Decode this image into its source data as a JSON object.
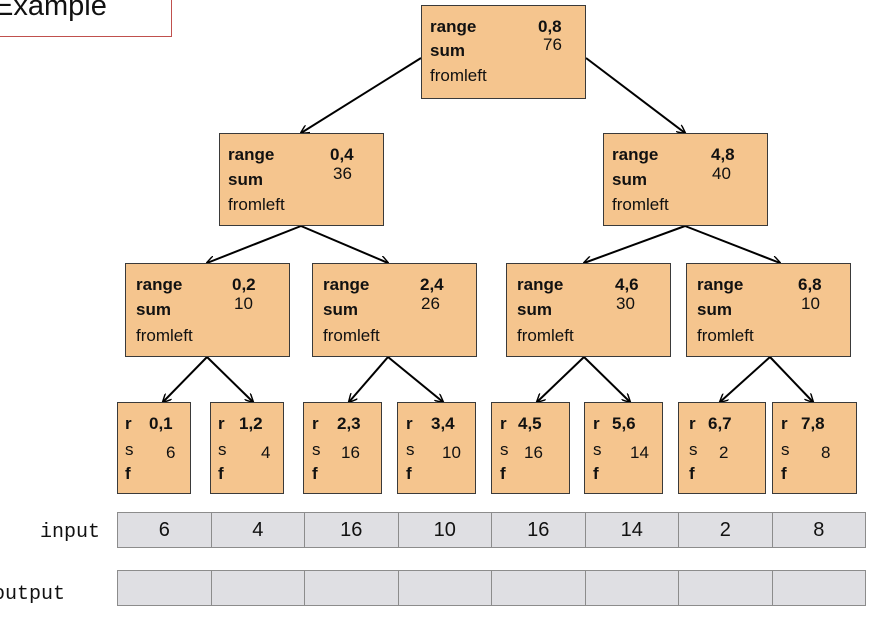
{
  "title": "Example",
  "labels": {
    "range": "range",
    "sum": "sum",
    "fromleft": "fromleft",
    "r": "r",
    "s": "s",
    "f": "f"
  },
  "tree": {
    "root": {
      "range": "0,8",
      "sum": "76"
    },
    "level1": [
      {
        "range": "0,4",
        "sum": "36"
      },
      {
        "range": "4,8",
        "sum": "40"
      }
    ],
    "level2": [
      {
        "range": "0,2",
        "sum": "10"
      },
      {
        "range": "2,4",
        "sum": "26"
      },
      {
        "range": "4,6",
        "sum": "30"
      },
      {
        "range": "6,8",
        "sum": "10"
      }
    ],
    "leaves": [
      {
        "range": "0,1",
        "sum": "6"
      },
      {
        "range": "1,2",
        "sum": "4"
      },
      {
        "range": "2,3",
        "sum": "16"
      },
      {
        "range": "3,4",
        "sum": "10"
      },
      {
        "range": "4,5",
        "sum": "16"
      },
      {
        "range": "5,6",
        "sum": "14"
      },
      {
        "range": "6,7",
        "sum": "2"
      },
      {
        "range": "7,8",
        "sum": "8"
      }
    ]
  },
  "input": {
    "label": "input",
    "values": [
      "6",
      "4",
      "16",
      "10",
      "16",
      "14",
      "2",
      "8"
    ]
  },
  "output": {
    "label": "output",
    "values": [
      "",
      "",
      "",
      "",
      "",
      "",
      "",
      ""
    ]
  }
}
